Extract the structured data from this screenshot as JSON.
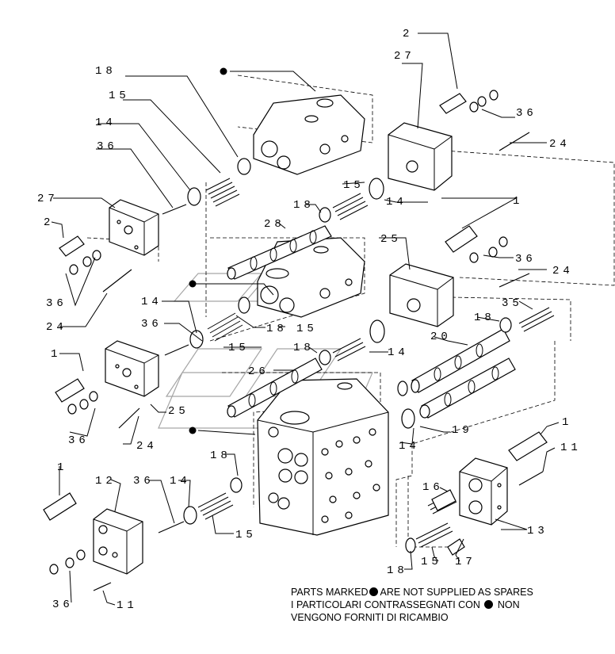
{
  "callouts": [
    {
      "id": "c2a",
      "text": "2"
    },
    {
      "id": "c27a",
      "text": "27"
    },
    {
      "id": "c18a",
      "text": "18"
    },
    {
      "id": "c15a",
      "text": "15"
    },
    {
      "id": "c14a",
      "text": "14"
    },
    {
      "id": "c36a",
      "text": "36"
    },
    {
      "id": "c24a",
      "text": "24"
    },
    {
      "id": "c36b",
      "text": "36"
    },
    {
      "id": "c27b",
      "text": "27"
    },
    {
      "id": "c2b",
      "text": "2"
    },
    {
      "id": "c15b",
      "text": "15"
    },
    {
      "id": "c14b",
      "text": "14"
    },
    {
      "id": "c1a",
      "text": "1"
    },
    {
      "id": "c18b",
      "text": "18"
    },
    {
      "id": "c28",
      "text": "28"
    },
    {
      "id": "c25a",
      "text": "25"
    },
    {
      "id": "c36c",
      "text": "36"
    },
    {
      "id": "c24b",
      "text": "24"
    },
    {
      "id": "c36d",
      "text": "36"
    },
    {
      "id": "c24c",
      "text": "24"
    },
    {
      "id": "c14c",
      "text": "14"
    },
    {
      "id": "c36e",
      "text": "36"
    },
    {
      "id": "c18c",
      "text": "18"
    },
    {
      "id": "c15c",
      "text": "15"
    },
    {
      "id": "c15d",
      "text": "15"
    },
    {
      "id": "c35",
      "text": "35"
    },
    {
      "id": "c18d",
      "text": "18"
    },
    {
      "id": "c20",
      "text": "20"
    },
    {
      "id": "c18e",
      "text": "18"
    },
    {
      "id": "c14d",
      "text": "14"
    },
    {
      "id": "c1b",
      "text": "1"
    },
    {
      "id": "c26",
      "text": "26"
    },
    {
      "id": "c25b",
      "text": "25"
    },
    {
      "id": "c36f",
      "text": "36"
    },
    {
      "id": "c24d",
      "text": "24"
    },
    {
      "id": "c14e",
      "text": "14"
    },
    {
      "id": "c19",
      "text": "19"
    },
    {
      "id": "c1c",
      "text": "1"
    },
    {
      "id": "c11a",
      "text": "11"
    },
    {
      "id": "c1d",
      "text": "1"
    },
    {
      "id": "c12",
      "text": "12"
    },
    {
      "id": "c36g",
      "text": "36"
    },
    {
      "id": "c14f",
      "text": "14"
    },
    {
      "id": "c18f",
      "text": "18"
    },
    {
      "id": "c16",
      "text": "16"
    },
    {
      "id": "c15e",
      "text": "15"
    },
    {
      "id": "c13",
      "text": "13"
    },
    {
      "id": "c18g",
      "text": "18"
    },
    {
      "id": "c15f",
      "text": "15"
    },
    {
      "id": "c17",
      "text": "17"
    },
    {
      "id": "c36h",
      "text": "36"
    },
    {
      "id": "c11b",
      "text": "11"
    }
  ],
  "note": {
    "line1_before": "PARTS MARKED",
    "line1_after": "ARE NOT SUPPLIED AS SPARES",
    "line2_before": "I PARTICOLARI CONTRASSEGNATI CON",
    "line2_after": "NON",
    "line3": "VENGONO FORNITI DI RICAMBIO"
  },
  "colors": {
    "ink": "#000000",
    "paper": "#ffffff"
  }
}
